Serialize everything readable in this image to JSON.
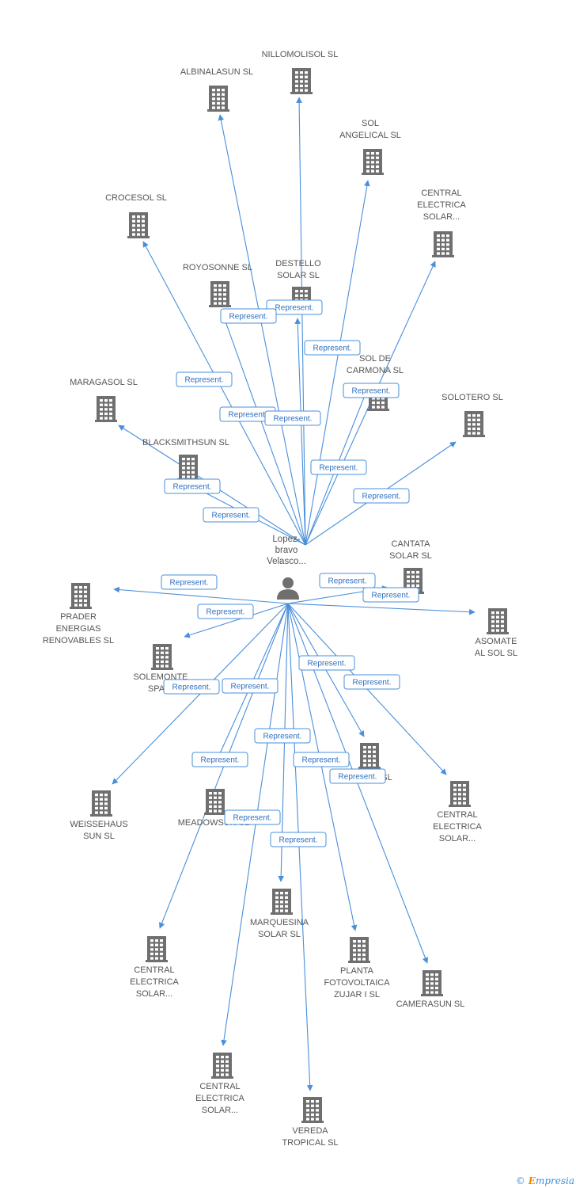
{
  "center": {
    "label_lines": [
      "Lopez-",
      "bravo",
      "Velasco..."
    ],
    "icon": "person-icon"
  },
  "relation_label": "Represent.",
  "colors": {
    "edge": "#4a8fdb",
    "icon": "#6f6f6f",
    "text": "#555555"
  },
  "companies": [
    {
      "label_lines": [
        "NILLOMOLISOL SL"
      ],
      "icon": "building-icon"
    },
    {
      "label_lines": [
        "ALBINALASUN SL"
      ],
      "icon": "building-icon"
    },
    {
      "label_lines": [
        "SOL",
        "ANGELICAL SL"
      ],
      "icon": "building-icon"
    },
    {
      "label_lines": [
        "CENTRAL",
        "ELECTRICA",
        "SOLAR..."
      ],
      "icon": "building-icon"
    },
    {
      "label_lines": [
        "CROCESOL SL"
      ],
      "icon": "building-icon"
    },
    {
      "label_lines": [
        "ROYOSONNE SL"
      ],
      "icon": "building-icon"
    },
    {
      "label_lines": [
        "DESTELLO",
        "SOLAR SL"
      ],
      "icon": "building-icon"
    },
    {
      "label_lines": [
        "SOL DE",
        "CARMONA SL"
      ],
      "icon": "building-icon"
    },
    {
      "label_lines": [
        "MARAGASOL SL"
      ],
      "icon": "building-icon"
    },
    {
      "label_lines": [
        "SOLOTERO SL"
      ],
      "icon": "building-icon"
    },
    {
      "label_lines": [
        "BLACKSMITHSUN SL"
      ],
      "icon": "building-icon"
    },
    {
      "label_lines": [
        "CANTATA",
        "SOLAR SL"
      ],
      "icon": "building-icon"
    },
    {
      "label_lines": [
        "PRADER",
        "ENERGIAS",
        "RENOVABLES SL"
      ],
      "icon": "building-icon"
    },
    {
      "label_lines": [
        "ASOMATE",
        "AL SOL SL"
      ],
      "icon": "building-icon"
    },
    {
      "label_lines": [
        "SOLEMONTE",
        "SPAIN"
      ],
      "icon": "building-icon"
    },
    {
      "label_lines": [
        "SL"
      ],
      "icon": "building-icon"
    },
    {
      "label_lines": [
        "WEISSEHAUS",
        "SUN SL"
      ],
      "icon": "building-icon"
    },
    {
      "label_lines": [
        "MEADOWSUN SL"
      ],
      "icon": "building-icon"
    },
    {
      "label_lines": [
        "CENTRAL",
        "ELECTRICA",
        "SOLAR..."
      ],
      "icon": "building-icon"
    },
    {
      "label_lines": [
        "MARQUESINA",
        "SOLAR SL"
      ],
      "icon": "building-icon"
    },
    {
      "label_lines": [
        "CENTRAL",
        "ELECTRICA",
        "SOLAR..."
      ],
      "icon": "building-icon"
    },
    {
      "label_lines": [
        "PLANTA",
        "FOTOVOLTAICA",
        "ZUJAR I SL"
      ],
      "icon": "building-icon"
    },
    {
      "label_lines": [
        "CAMERASUN SL"
      ],
      "icon": "building-icon"
    },
    {
      "label_lines": [
        "CENTRAL",
        "ELECTRICA",
        "SOLAR..."
      ],
      "icon": "building-icon"
    },
    {
      "label_lines": [
        "VEREDA",
        "TROPICAL SL"
      ],
      "icon": "building-icon"
    }
  ],
  "footer": {
    "copyright": "©",
    "brand_initial": "E",
    "brand_rest": "mpresia"
  }
}
